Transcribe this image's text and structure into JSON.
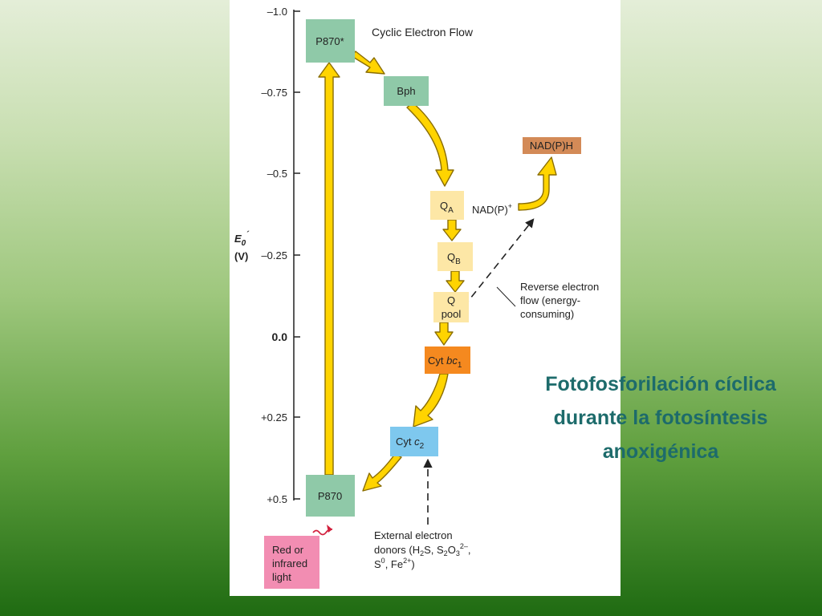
{
  "diagram": {
    "title": "Cyclic Electron Flow",
    "axis": {
      "label_symbol": "E",
      "label_subscript": "0",
      "label_prime": "´",
      "label_unit": "(V)",
      "ticks": [
        "–1.0",
        "–0.75",
        "–0.5",
        "–0.25",
        "0.0",
        "+0.25",
        "+0.5"
      ]
    },
    "nodes": {
      "p870_star": {
        "label": "P870*",
        "color": "#8fc9a8"
      },
      "bph": {
        "label": "Bph",
        "color": "#8fc9a8"
      },
      "qa": {
        "label": "Q",
        "sub": "A",
        "color": "#fde7a6"
      },
      "qb": {
        "label": "Q",
        "sub": "B",
        "color": "#fde7a6"
      },
      "qpool": {
        "line1": "Q",
        "line2": "pool",
        "color": "#fde7a6"
      },
      "cytbc1": {
        "prefix": "Cyt ",
        "italic": "bc",
        "sub": "1",
        "color": "#f5891f"
      },
      "cytc2": {
        "prefix": "Cyt ",
        "italic": "c",
        "sub": "2",
        "color": "#7ec8ee"
      },
      "p870": {
        "label": "P870",
        "color": "#8fc9a8"
      },
      "nadph": {
        "label": "NAD(P)H",
        "color": "#d38a57"
      },
      "light": {
        "lines": [
          "Red or",
          "infrared",
          "light"
        ],
        "color": "#f28db2"
      }
    },
    "nadp_label": {
      "text": "NAD(P)",
      "sup": "+"
    },
    "reverse_flow_note": [
      "Reverse electron",
      "flow (energy-",
      "consuming)"
    ],
    "external_donors": {
      "line1": "External electron",
      "line2_prefix": "donors (H",
      "line2_sub1": "2",
      "line2_mid1": "S, S",
      "line2_sub2": "2",
      "line2_mid2": "O",
      "line2_sub3": "3",
      "line2_sup": "2–",
      "line2_end": ",",
      "line3_prefix": "S",
      "line3_sup1": "0",
      "line3_mid": ", Fe",
      "line3_sup2": "2+",
      "line3_end": ")"
    }
  },
  "caption": {
    "line1": "Fotofosforilación cíclica",
    "line2": "durante la fotosíntesis",
    "line3": "anoxigénica"
  }
}
